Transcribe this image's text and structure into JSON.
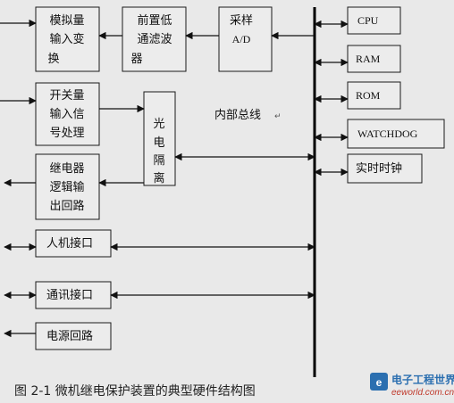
{
  "blocks": {
    "analog_input": [
      "模拟量",
      "输入变",
      "换"
    ],
    "lowpass_filter": [
      "前置低",
      "通滤波",
      "器"
    ],
    "sample_ad": [
      "采样",
      "A/D"
    ],
    "switch_input": [
      "开关量",
      "输入信",
      "号处理"
    ],
    "opto_isolation": [
      "光",
      "电",
      "隔",
      "离"
    ],
    "relay_output": [
      "继电器",
      "逻辑输",
      "出回路"
    ],
    "hmi_interface": "人机接口",
    "comm_interface": "通讯接口",
    "power_circuit": "电源回路",
    "cpu": "CPU",
    "ram": "RAM",
    "rom": "ROM",
    "watchdog": "WATCHDOG",
    "rtc": "实时时钟"
  },
  "bus_label": "内部总线",
  "caption": "图 2-1  微机继电保护装置的典型硬件结构图",
  "watermark": {
    "name": "电子工程世界",
    "url": "eeworld.com.cn"
  }
}
